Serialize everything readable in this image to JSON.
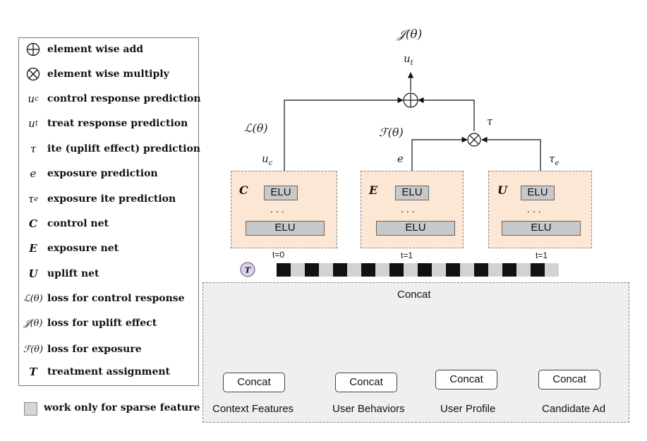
{
  "legend": {
    "items": [
      {
        "symbol": "",
        "icon": "circle-plus-icon",
        "text": "element wise add"
      },
      {
        "symbol": "",
        "icon": "circle-times-icon",
        "text": "element wise multiply"
      },
      {
        "symbol": "u_c",
        "text": "control response prediction"
      },
      {
        "symbol": "u_t",
        "text": "treat response prediction"
      },
      {
        "symbol": "τ",
        "text": "ite (uplift effect) prediction"
      },
      {
        "symbol": "e",
        "text": "exposure prediction"
      },
      {
        "symbol": "τ_e",
        "text": "exposure ite prediction"
      },
      {
        "symbol": "C",
        "text": "control net"
      },
      {
        "symbol": "E",
        "text": "exposure net"
      },
      {
        "symbol": "U",
        "text": "uplift net"
      },
      {
        "symbol": "ℒ(θ)",
        "text": "loss for control response"
      },
      {
        "symbol": "𝒥(θ)",
        "text": "loss for uplift effect"
      },
      {
        "symbol": "ℱ(θ)",
        "text": "loss for exposure"
      },
      {
        "symbol": "T",
        "text": "treatment assignment"
      }
    ],
    "sparse_note": "work only for sparse feature"
  },
  "top": {
    "objective": "𝒥(θ)",
    "ut": "u_t",
    "tau": "τ",
    "loss_control": "ℒ(θ)",
    "loss_exposure": "ℱ(θ)",
    "uc": "u_c",
    "e": "e",
    "tau_e": "τ_e"
  },
  "nets": [
    {
      "symbol": "C",
      "layer_top": "ELU",
      "dots": "...",
      "layer_bottom": "ELU",
      "t_label": "t=0"
    },
    {
      "symbol": "E",
      "layer_top": "ELU",
      "dots": "...",
      "layer_bottom": "ELU",
      "t_label": "t=1"
    },
    {
      "symbol": "U",
      "layer_top": "ELU",
      "dots": "...",
      "layer_bottom": "ELU",
      "t_label": "t=1"
    }
  ],
  "treatment_symbol": "T",
  "embedding_bar": [
    "black",
    "gray",
    "black",
    "gray",
    "black",
    "gray",
    "black",
    "gray",
    "black",
    "gray",
    "black",
    "gray",
    "black",
    "gray",
    "black",
    "gray",
    "black",
    "gray",
    "black",
    "gray"
  ],
  "features": {
    "concat_title": "Concat",
    "groups": [
      {
        "button": "Concat",
        "label": "Context Features"
      },
      {
        "button": "Concat",
        "label": "User Behaviors"
      },
      {
        "button": "Concat",
        "label": "User Profile"
      },
      {
        "button": "Concat",
        "label": "Candidate Ad"
      }
    ]
  },
  "colors": {
    "net_fill": "#fbe7d3",
    "elu_fill": "#c8c8c8",
    "feature_bg": "#efefef",
    "black_cell": "#111111",
    "gray_cell": "#d2d2d2",
    "t_badge": "#ddd0ee"
  }
}
